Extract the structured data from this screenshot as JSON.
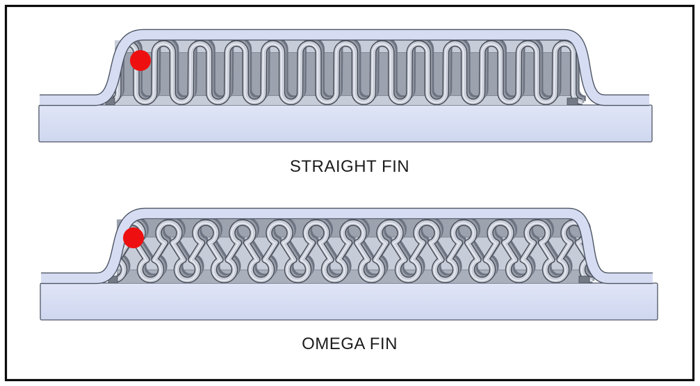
{
  "diagram": {
    "type": "technical-illustration",
    "subject": "heat-exchanger fin cross sections",
    "figures": [
      {
        "id": "straight-fin",
        "label": "STRAIGHT FIN",
        "marker": "red-dot"
      },
      {
        "id": "omega-fin",
        "label": "OMEGA FIN",
        "marker": "red-dot"
      }
    ],
    "colors": {
      "marker_red": "#ee1010",
      "plate_fill": "#d6dcf2",
      "fin_body": "#c9ced9",
      "fin_outline": "#454a54",
      "border": "#0b0b0b"
    }
  }
}
